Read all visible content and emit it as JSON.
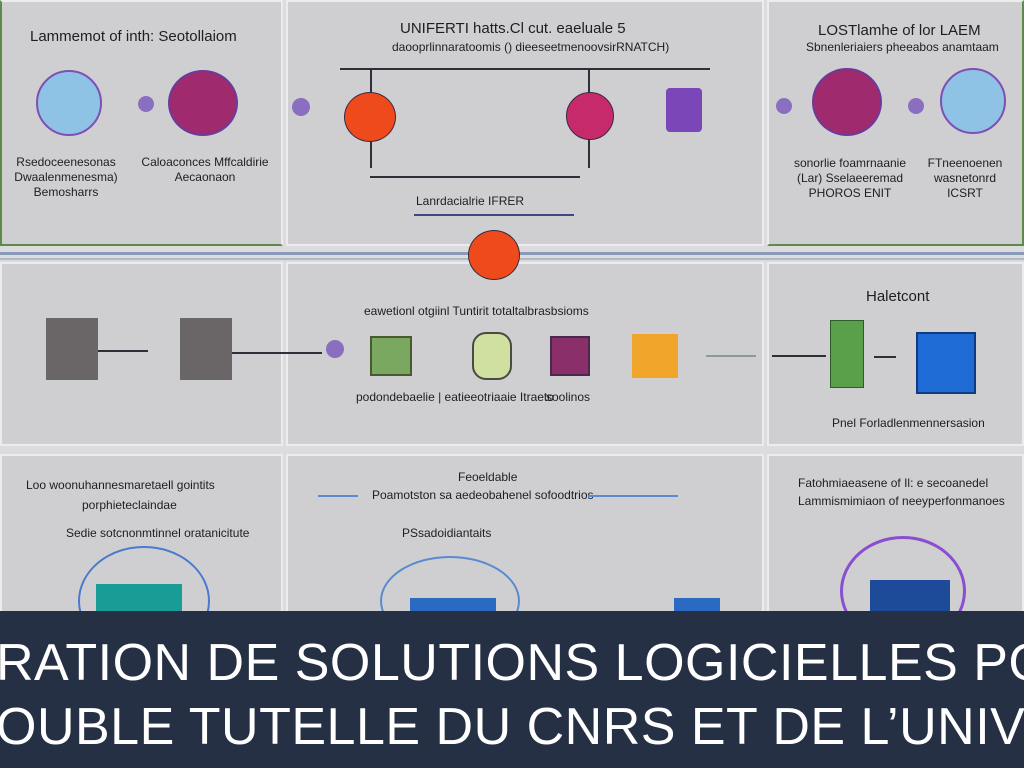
{
  "caption": {
    "line1": "RATION DE SOLUTIONS LOGICIELLES POU",
    "line2": "OUBLE TUTELLE DU CNRS ET DE L’UNIVERS"
  },
  "panels": {
    "top_left_title": "Lammemot of inth: Seotollaiom",
    "top_left_label_a": "Rsedoceenesonas Dwaalenmenesma) Bemosharrs",
    "top_left_label_b": "Caloaconces Mffcaldirie Aecaonaon",
    "top_center_title_1": "UNIFERTI hatts.Cl cut. eaeluale 5",
    "top_center_title_2": "daooprlinnaratoomis () dieeseetmenoovsirRNATCH)",
    "top_center_label": "Lanrdacialrie IFRER",
    "top_right_title_1": "LOSTlamhe of lor LAEM",
    "top_right_title_2": "Sbnenleriaiers pheeabos anamtaam",
    "top_right_label_a": "sonorlie foamrnaanie (Lar) Sselaeeremad PHOROS ENIT",
    "top_right_label_b": "FTneenoenen wasnetonrd ICSRT",
    "middle_center_title": "eawetionl otgiinl Tuntirit totaltalbrasbsioms",
    "middle_center_label_a": "podondebaelie | eatieeotriaaie Itraeto",
    "middle_center_label_b": "soolinos",
    "middle_right_title": "Haletcont",
    "middle_right_label": "Pnel Forladlenmennersasion",
    "bottom_left_title_1": "Loo woonuhannesmaretaell gointits",
    "bottom_left_title_2": "porphieteclaindae",
    "bottom_left_title_3": "Sedie sotcnonmtinnel oratanicitute",
    "bottom_center_title_1": "Feoeldable",
    "bottom_center_title_2": "Poamotston sa aedeobahenel sofoodtrios",
    "bottom_center_label": "PSsadoidiantaits",
    "bottom_right_title_1": "Fatohmiaeasene of Il: e secoanedel",
    "bottom_right_title_2": "Lammismimiaon of neeyperfonmanoes"
  }
}
